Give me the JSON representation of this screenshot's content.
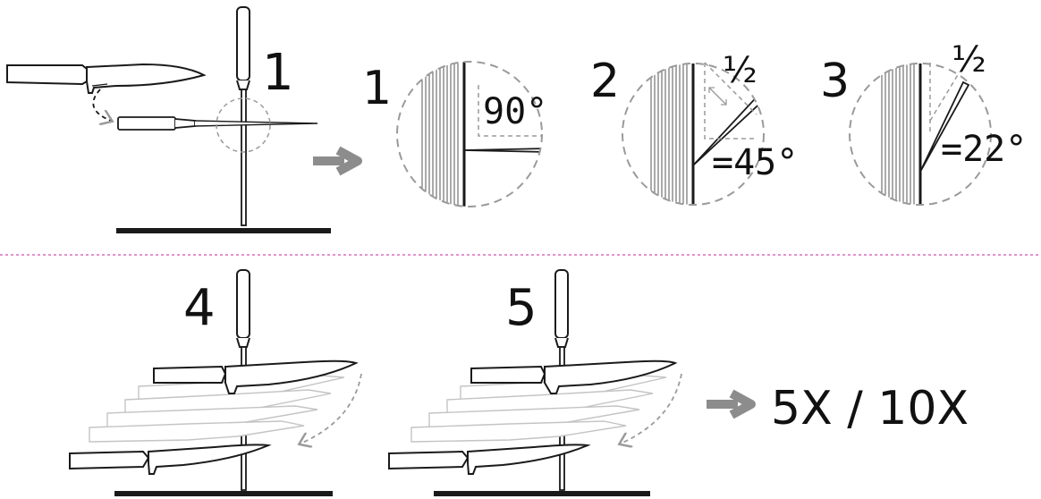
{
  "top_row": {
    "setup_step": "1",
    "detail_steps": [
      {
        "number": "1",
        "angle": "90°"
      },
      {
        "number": "2",
        "fraction": "½",
        "angle": "=45°"
      },
      {
        "number": "3",
        "fraction": "½",
        "angle": "=22°"
      }
    ]
  },
  "bottom_row": {
    "steps": [
      "4",
      "5"
    ],
    "repeat_text": "5X / 10X"
  },
  "colors": {
    "line": "#1a1a1a",
    "arrow": "#8c8c8c",
    "dashed": "#9a9a9a",
    "separator": "#d44fb0"
  },
  "icons": [
    "knife-icon",
    "honing-rod-icon",
    "arrow-right-icon",
    "dashed-curved-arrow-icon"
  ]
}
